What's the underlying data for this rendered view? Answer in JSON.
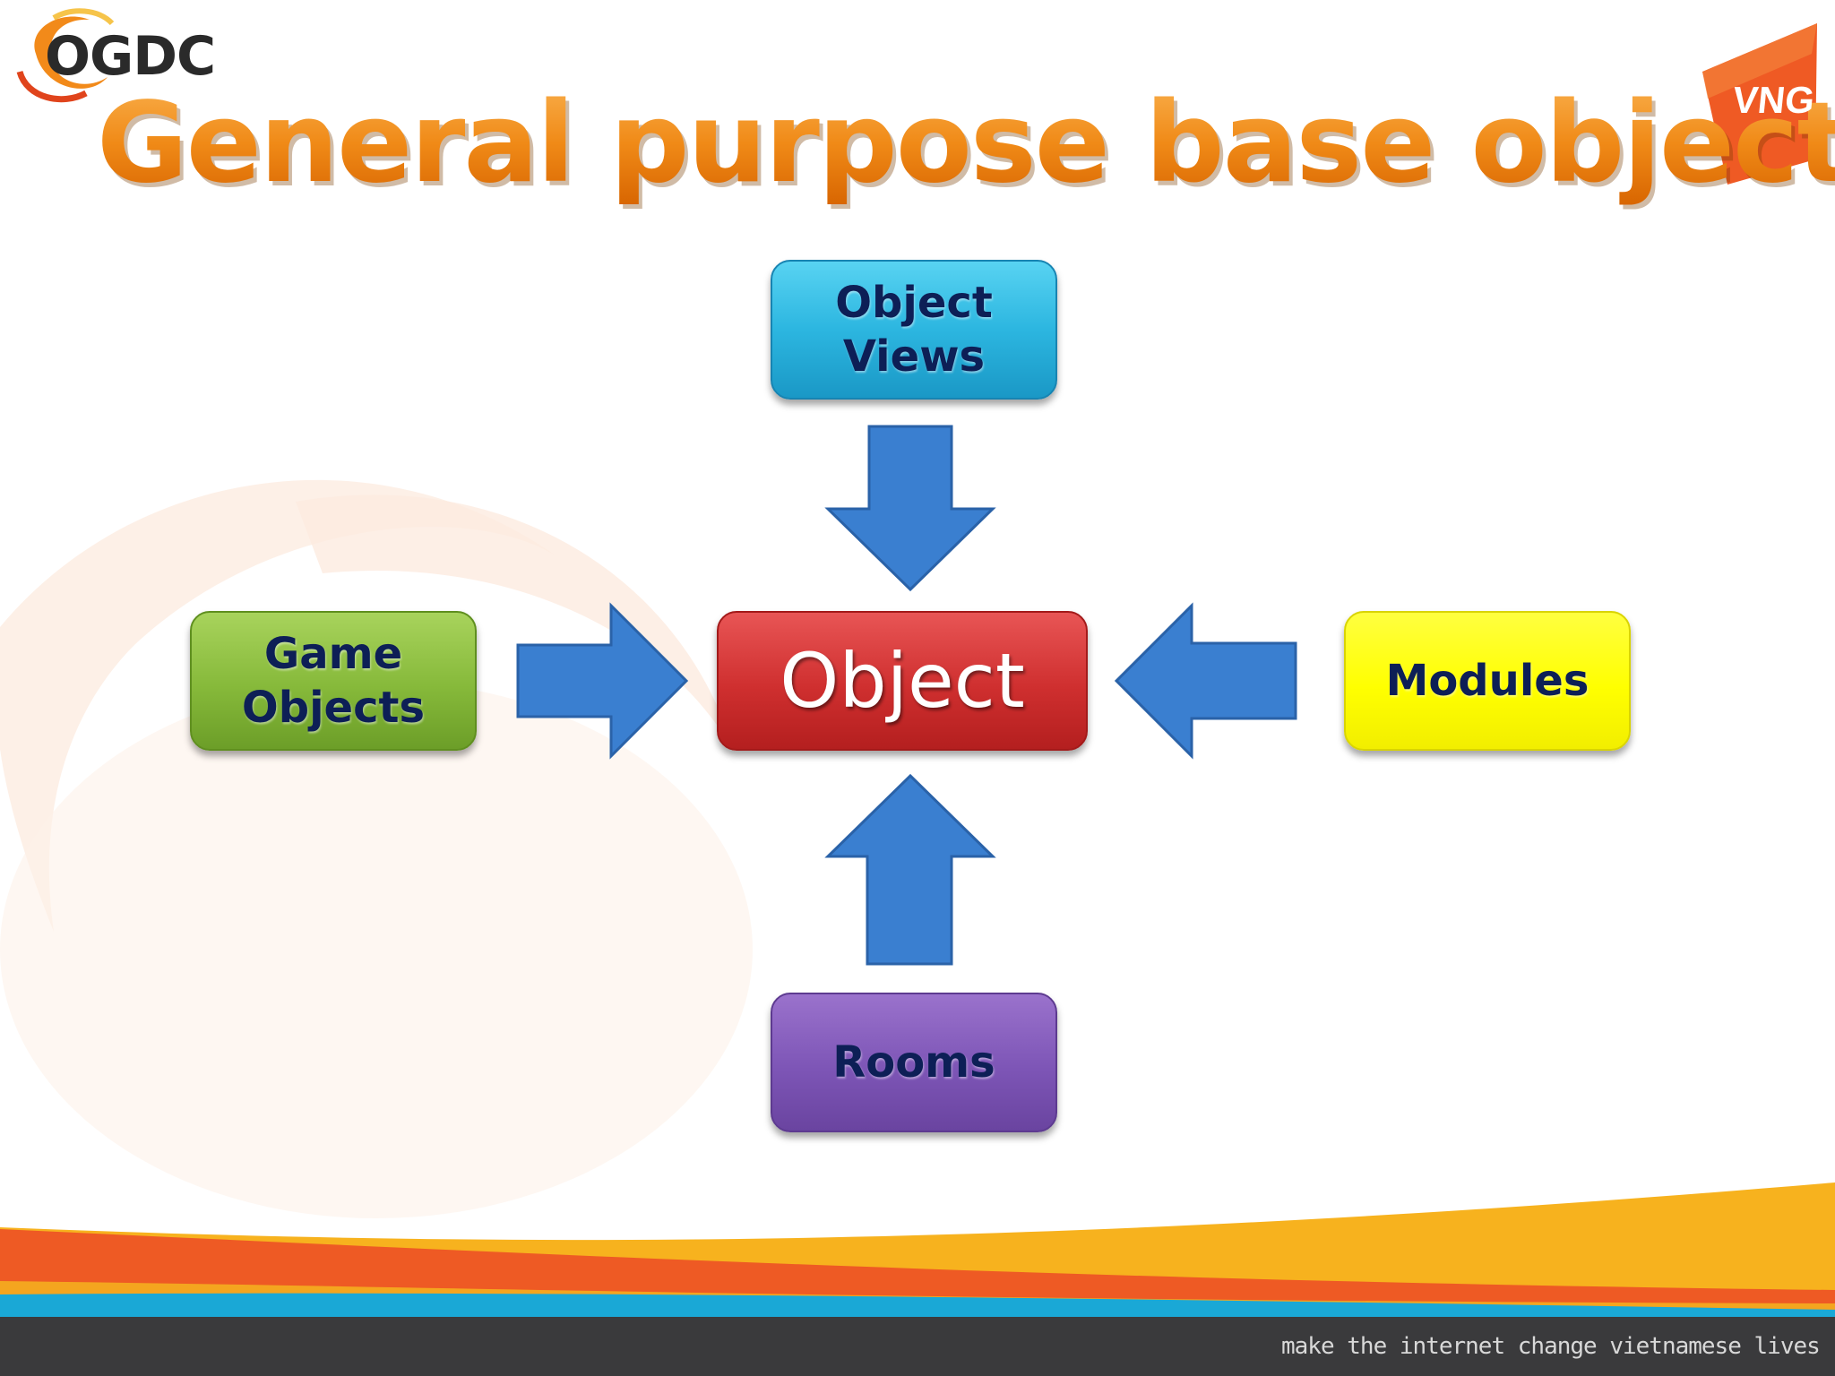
{
  "header": {
    "logo_text": "OGDC",
    "title": "General purpose base object",
    "brand": "VNG"
  },
  "diagram": {
    "center": "Object",
    "top_line1": "Object",
    "top_line2": "Views",
    "left_line1": "Game",
    "left_line2": "Objects",
    "right": "Modules",
    "bottom": "Rooms"
  },
  "footer": {
    "tagline": "make the internet change vietnamese lives"
  },
  "colors": {
    "title_orange": "#f07f14",
    "views_blue": "#2cb6e0",
    "game_green": "#86b93a",
    "object_red": "#cf2f2f",
    "modules_yellow": "#ffff00",
    "rooms_purple": "#7d55b6",
    "arrow_blue": "#3a7fd0",
    "label_navy": "#0d1f56",
    "footer_dark": "#3a3a3c"
  }
}
